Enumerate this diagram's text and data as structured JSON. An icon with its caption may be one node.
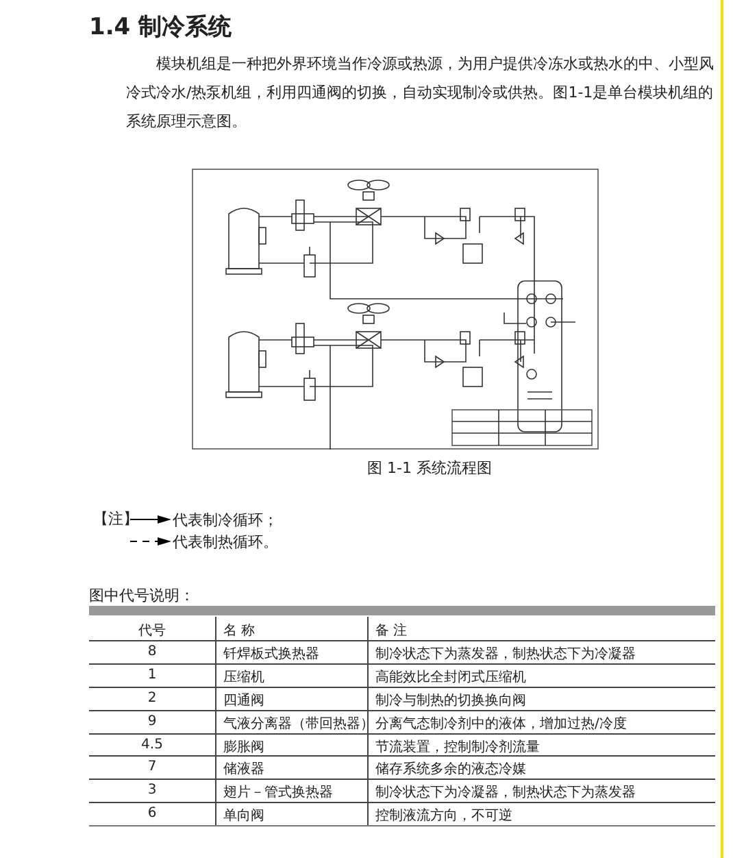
{
  "diagram": {
    "title": "1.4 制冷系统",
    "caption": "图 1-1 系统流程图",
    "labels": [
      "模块机组是一种把外界环境当作冷源或热源，为用户提供冷冻水或热水的中、小型风冷式冷水/热泵机组，利用四通阀的切换，自动实现制冷或供热。图1-1是单台模块机组的系统原理示意图。",
      "【注】",
      "图中代号说明：",
      "代号",
      "名 称",
      "备 注",
      "8",
      "钎焊板式换热器",
      "制冷状态下为蒸发器，制热状态下为冷凝器",
      "1",
      "压缩机",
      "高能效比全封闭式压缩机",
      "2",
      "四通阀",
      "制冷与制热的切换换向阀",
      "9",
      "气液分离器（带回热器）",
      "分离气态制冷剂中的液体，增加过热/冷度",
      "4.5",
      "膨胀阀",
      "节流装置，控制制冷剂流量",
      "7",
      "储液器",
      "储存系统多余的液态冷媒",
      "3",
      "翅片－管式换热器",
      "制冷状态下为冷凝器，制热状态下为蒸发器",
      "6",
      "单向阀",
      "控制液流方向，不可逆"
    ],
    "legend": [
      {
        "text": "代表制冷循环；"
      },
      {
        "text": "代表制热循环。"
      }
    ]
  }
}
